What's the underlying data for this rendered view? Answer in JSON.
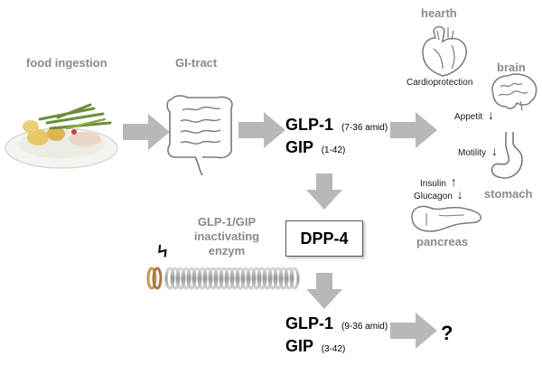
{
  "labels": {
    "food_ingestion": "food ingestion",
    "gi_tract": "GI-tract",
    "hearth": "hearth",
    "brain": "brain",
    "cardioprotection": "Cardioprotection",
    "appetit": "Appetit",
    "appetit_arrow": "↓",
    "motility": "Motility",
    "motility_arrow": "↓",
    "insulin": "Insulin",
    "insulin_arrow": "↑",
    "glucagon": "Glucagon",
    "glucagon_arrow": "↓",
    "stomach": "stomach",
    "pancreas": "pancreas",
    "enzyme_line1": "GLP-1/GIP",
    "enzyme_line2": "inactivating",
    "enzyme_line3": "enzym",
    "dpp4": "DPP-4",
    "question": "?",
    "lightning": "ϟ"
  },
  "active": {
    "glp1": "GLP-1",
    "glp1_sub": "(7-36 amid)",
    "gip": "GIP",
    "gip_sub": "(1-42)"
  },
  "inactive": {
    "glp1": "GLP-1",
    "glp1_sub": "(9-36 amid)",
    "gip": "GIP",
    "gip_sub": "(3-42)"
  },
  "icons": [
    "food-plate-icon",
    "intestine-icon",
    "heart-icon",
    "brain-icon",
    "stomach-icon",
    "pancreas-icon",
    "enzyme-coil-icon"
  ],
  "colors": {
    "arrow": "#b8b8b8",
    "label_gray": "#8a8a8a",
    "outline": "#7a7a7a"
  }
}
